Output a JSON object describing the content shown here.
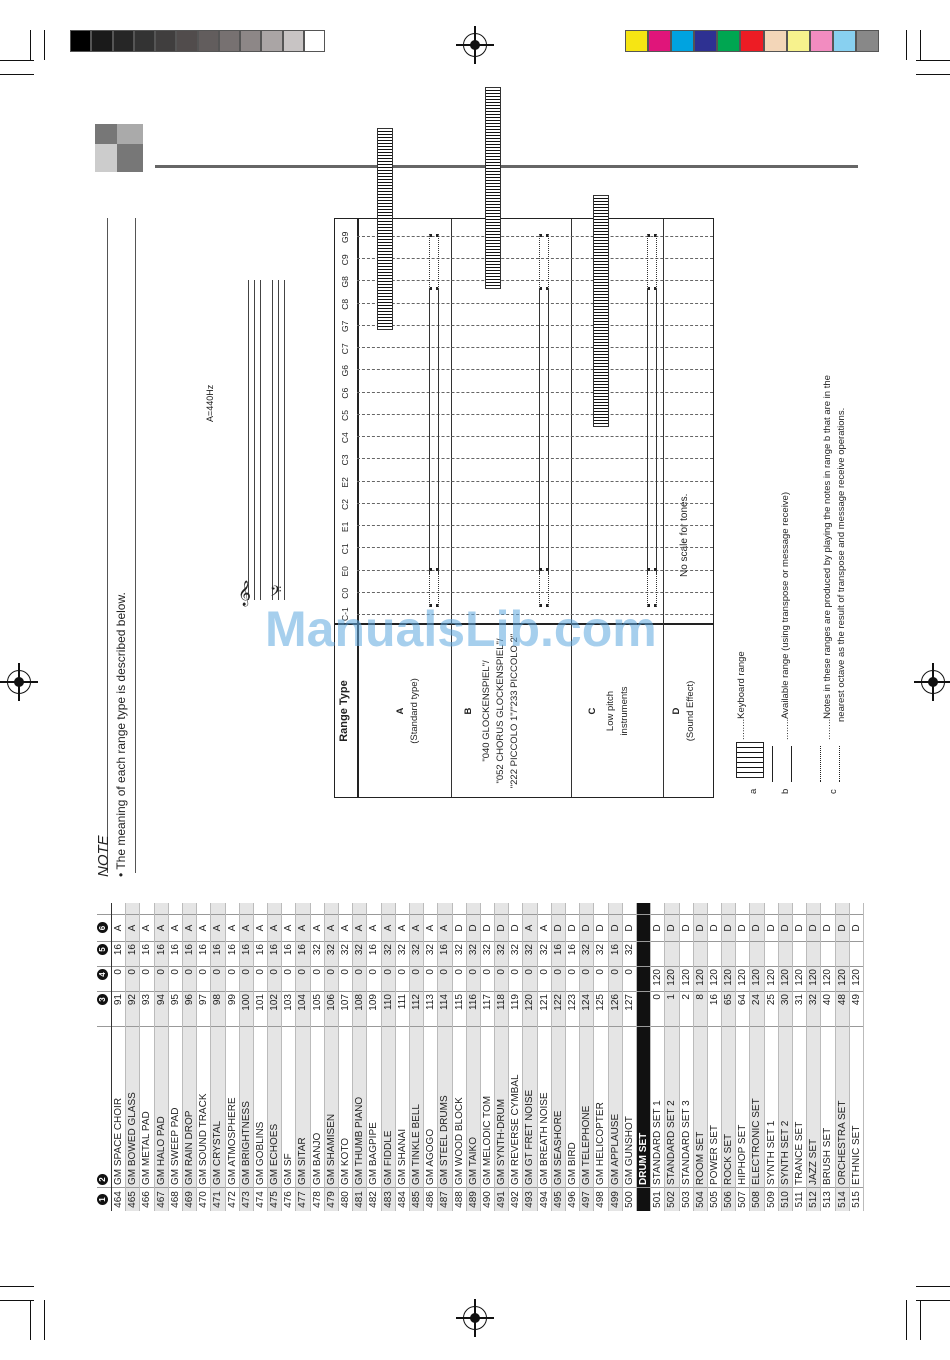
{
  "colors": {
    "gray_bar": [
      "#000000",
      "#1a1a1a",
      "#262626",
      "#333333",
      "#403e3e",
      "#514c4c",
      "#625d5d",
      "#777171",
      "#8d8787",
      "#aaa5a5",
      "#c8c4c4",
      "#ffffff"
    ],
    "color_bar": [
      "#f6e513",
      "#e0157a",
      "#00a3e0",
      "#2e3192",
      "#00a651",
      "#ed1c24",
      "#f3d6b8",
      "#f7f28d",
      "#f28cc0",
      "#88d0f0",
      "#888888"
    ]
  },
  "tone_table": {
    "headers": [
      "1",
      "2",
      "3",
      "4",
      "5",
      "6"
    ],
    "rows": [
      [
        "464",
        "GM SPACE CHOIR",
        "91",
        "0",
        "16",
        "A"
      ],
      [
        "465",
        "GM BOWED GLASS",
        "92",
        "0",
        "16",
        "A"
      ],
      [
        "466",
        "GM METAL PAD",
        "93",
        "0",
        "16",
        "A"
      ],
      [
        "467",
        "GM HALO PAD",
        "94",
        "0",
        "16",
        "A"
      ],
      [
        "468",
        "GM SWEEP PAD",
        "95",
        "0",
        "16",
        "A"
      ],
      [
        "469",
        "GM RAIN DROP",
        "96",
        "0",
        "16",
        "A"
      ],
      [
        "470",
        "GM SOUND TRACK",
        "97",
        "0",
        "16",
        "A"
      ],
      [
        "471",
        "GM CRYSTAL",
        "98",
        "0",
        "16",
        "A"
      ],
      [
        "472",
        "GM ATMOSPHERE",
        "99",
        "0",
        "16",
        "A"
      ],
      [
        "473",
        "GM BRIGHTNESS",
        "100",
        "0",
        "16",
        "A"
      ],
      [
        "474",
        "GM GOBLINS",
        "101",
        "0",
        "16",
        "A"
      ],
      [
        "475",
        "GM ECHOES",
        "102",
        "0",
        "16",
        "A"
      ],
      [
        "476",
        "GM SF",
        "103",
        "0",
        "16",
        "A"
      ],
      [
        "477",
        "GM SITAR",
        "104",
        "0",
        "16",
        "A"
      ],
      [
        "478",
        "GM BANJO",
        "105",
        "0",
        "32",
        "A"
      ],
      [
        "479",
        "GM SHAMISEN",
        "106",
        "0",
        "32",
        "A"
      ],
      [
        "480",
        "GM KOTO",
        "107",
        "0",
        "32",
        "A"
      ],
      [
        "481",
        "GM THUMB PIANO",
        "108",
        "0",
        "32",
        "A"
      ],
      [
        "482",
        "GM BAGPIPE",
        "109",
        "0",
        "16",
        "A"
      ],
      [
        "483",
        "GM FIDDLE",
        "110",
        "0",
        "32",
        "A"
      ],
      [
        "484",
        "GM SHANAI",
        "111",
        "0",
        "32",
        "A"
      ],
      [
        "485",
        "GM TINKLE BELL",
        "112",
        "0",
        "32",
        "A"
      ],
      [
        "486",
        "GM AGOGO",
        "113",
        "0",
        "32",
        "A"
      ],
      [
        "487",
        "GM STEEL DRUMS",
        "114",
        "0",
        "16",
        "A"
      ],
      [
        "488",
        "GM WOOD BLOCK",
        "115",
        "0",
        "32",
        "D"
      ],
      [
        "489",
        "GM TAIKO",
        "116",
        "0",
        "32",
        "D"
      ],
      [
        "490",
        "GM MELODIC TOM",
        "117",
        "0",
        "32",
        "D"
      ],
      [
        "491",
        "GM SYNTH-DRUM",
        "118",
        "0",
        "32",
        "D"
      ],
      [
        "492",
        "GM REVERSE CYMBAL",
        "119",
        "0",
        "32",
        "D"
      ],
      [
        "493",
        "GM GT FRET NOISE",
        "120",
        "0",
        "32",
        "A"
      ],
      [
        "494",
        "GM BREATH NOISE",
        "121",
        "0",
        "32",
        "A"
      ],
      [
        "495",
        "GM SEASHORE",
        "122",
        "0",
        "16",
        "D"
      ],
      [
        "496",
        "GM BIRD",
        "123",
        "0",
        "16",
        "D"
      ],
      [
        "497",
        "GM TELEPHONE",
        "124",
        "0",
        "32",
        "D"
      ],
      [
        "498",
        "GM HELICOPTER",
        "125",
        "0",
        "32",
        "D"
      ],
      [
        "499",
        "GM APPLAUSE",
        "126",
        "0",
        "16",
        "D"
      ],
      [
        "500",
        "GM GUNSHOT",
        "127",
        "0",
        "32",
        "D"
      ],
      [
        "",
        "DRUM SET",
        "",
        "",
        "",
        ""
      ],
      [
        "501",
        "STANDARD SET 1",
        "0",
        "120",
        "",
        "D"
      ],
      [
        "502",
        "STANDARD SET 2",
        "1",
        "120",
        "",
        "D"
      ],
      [
        "503",
        "STANDARD SET 3",
        "2",
        "120",
        "",
        "D"
      ],
      [
        "504",
        "ROOM SET",
        "8",
        "120",
        "",
        "D"
      ],
      [
        "505",
        "POWER SET",
        "16",
        "120",
        "",
        "D"
      ],
      [
        "506",
        "ROCK SET",
        "65",
        "120",
        "",
        "D"
      ],
      [
        "507",
        "HIPHOP SET",
        "64",
        "120",
        "",
        "D"
      ],
      [
        "508",
        "ELECTRONIC SET",
        "24",
        "120",
        "",
        "D"
      ],
      [
        "509",
        "SYNTH SET 1",
        "25",
        "120",
        "",
        "D"
      ],
      [
        "510",
        "SYNTH SET 2",
        "30",
        "120",
        "",
        "D"
      ],
      [
        "511",
        "TRANCE SET",
        "31",
        "120",
        "",
        "D"
      ],
      [
        "512",
        "JAZZ SET",
        "32",
        "120",
        "",
        "D"
      ],
      [
        "513",
        "BRUSH SET",
        "40",
        "120",
        "",
        "D"
      ],
      [
        "514",
        "ORCHESTRA SET",
        "48",
        "120",
        "",
        "D"
      ],
      [
        "515",
        "ETHNIC SET",
        "49",
        "120",
        "",
        "D"
      ]
    ]
  },
  "note": {
    "title": "NOTE",
    "text": "• The meaning of each range type is described below."
  },
  "range": {
    "header": "Range Type",
    "notes": [
      "C-1",
      "C0",
      "E0",
      "C1",
      "E1",
      "C2",
      "E2",
      "C3",
      "C4",
      "C5",
      "C6",
      "G6",
      "C7",
      "G7",
      "C8",
      "G8",
      "C9",
      "G9"
    ],
    "pitch_label": "A=440Hz",
    "types": [
      {
        "letter": "A",
        "desc": "(Standard type)"
      },
      {
        "letter": "B",
        "lines": [
          "\"040 GLOCKENSPIEL\"/",
          "\"052 CHORUS GLOCKENSPIEL\"/",
          "\"222 PICCOLO 1\"/\"233 PICCOLO 2\""
        ]
      },
      {
        "letter": "C",
        "lines": [
          "Low pitch",
          "instruments"
        ]
      },
      {
        "letter": "D",
        "desc": "(Sound Effect)",
        "note": "No scale for tones."
      }
    ]
  },
  "legend": {
    "a_key": "a",
    "a_text": "........Keyboard range",
    "b_key": "b",
    "b_text": "........Available range (using transpose or message receive)",
    "c_key": "c",
    "c_text1": "........Notes in these ranges are produced by playing the notes in range b that are in the",
    "c_text2": "nearest octave as the result of transpose and message receive operations."
  },
  "watermark": "ManualsLib.com"
}
